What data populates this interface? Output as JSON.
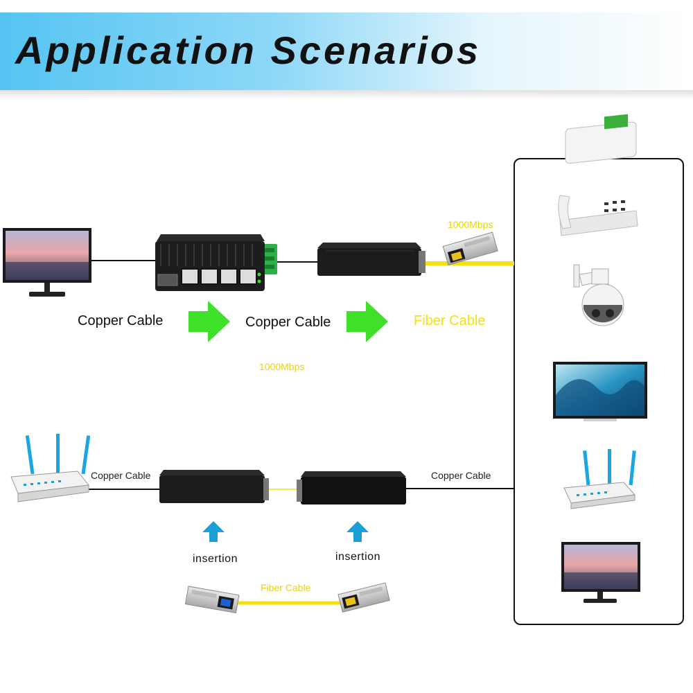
{
  "header": {
    "title": "Application Scenarios"
  },
  "top_scenario": {
    "copper_cable_1": "Copper Cable",
    "copper_cable_2": "Copper Cable",
    "fiber_cable": "Fiber Cable",
    "speed_top": "1000Mbps",
    "speed_bottom": "1000Mbps"
  },
  "bottom_scenario": {
    "copper_cable_left": "Copper Cable",
    "copper_cable_right": "Copper Cable",
    "insertion_left": "insertion",
    "insertion_right": "insertion",
    "fiber_cable": "Fiber Cable"
  },
  "devices": {
    "panel": [
      "ip-phone-icon",
      "ptz-camera-icon",
      "tv-icon",
      "router-icon",
      "monitor-icon"
    ]
  },
  "colors": {
    "banner_blue": "#55c4f2",
    "arrow_green": "#3ee02a",
    "arrow_blue": "#1a9fd9",
    "fiber_yellow": "#f5e10c",
    "copper_black": "#111111"
  }
}
